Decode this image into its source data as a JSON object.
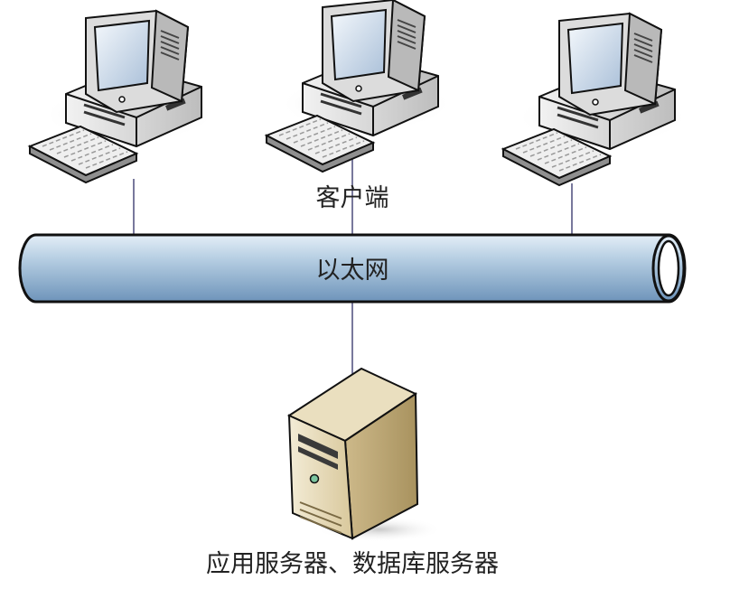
{
  "labels": {
    "clients": "客户端",
    "network": "以太网",
    "server": "应用服务器、数据库服务器"
  },
  "nodes": {
    "clients": [
      {
        "icon": "desktop-computer-icon"
      },
      {
        "icon": "desktop-computer-icon"
      },
      {
        "icon": "desktop-computer-icon"
      }
    ],
    "network": {
      "icon": "ethernet-pipe"
    },
    "server": {
      "icon": "tower-server-icon"
    }
  },
  "colors": {
    "pipe_light": "#cfe0ee",
    "pipe_dark": "#6e94ba",
    "connector": "#4a4a7a",
    "monitor_body": "#e6e6e6",
    "server_body": "#e4d8b6"
  }
}
